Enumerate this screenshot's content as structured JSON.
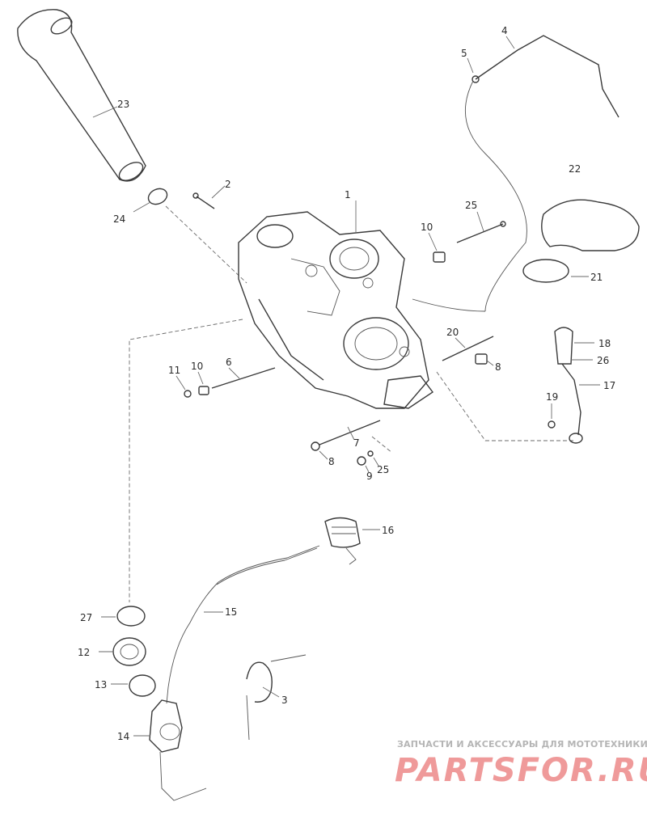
{
  "callouts": {
    "c1": "1",
    "c2": "2",
    "c3": "3",
    "c4": "4",
    "c5": "5",
    "c6": "6",
    "c7": "7",
    "c8a": "8",
    "c8b": "8",
    "c9": "9",
    "c10a": "10",
    "c10b": "10",
    "c11": "11",
    "c12": "12",
    "c13": "13",
    "c14": "14",
    "c15": "15",
    "c16": "16",
    "c17": "17",
    "c18": "18",
    "c19": "19",
    "c20": "20",
    "c21": "21",
    "c22": "22",
    "c23": "23",
    "c24": "24",
    "c25a": "25",
    "c25b": "25",
    "c26": "26",
    "c27": "27"
  },
  "watermark": {
    "tagline": "ЗАПЧАСТИ И АКСЕССУАРЫ ДЛЯ МОТОТЕХНИКИ",
    "brand": "PARTSFOR.RU"
  },
  "colors": {
    "line": "#3a3a3a",
    "brand": "#ef9a9a",
    "tagline": "#b5b5b5"
  }
}
